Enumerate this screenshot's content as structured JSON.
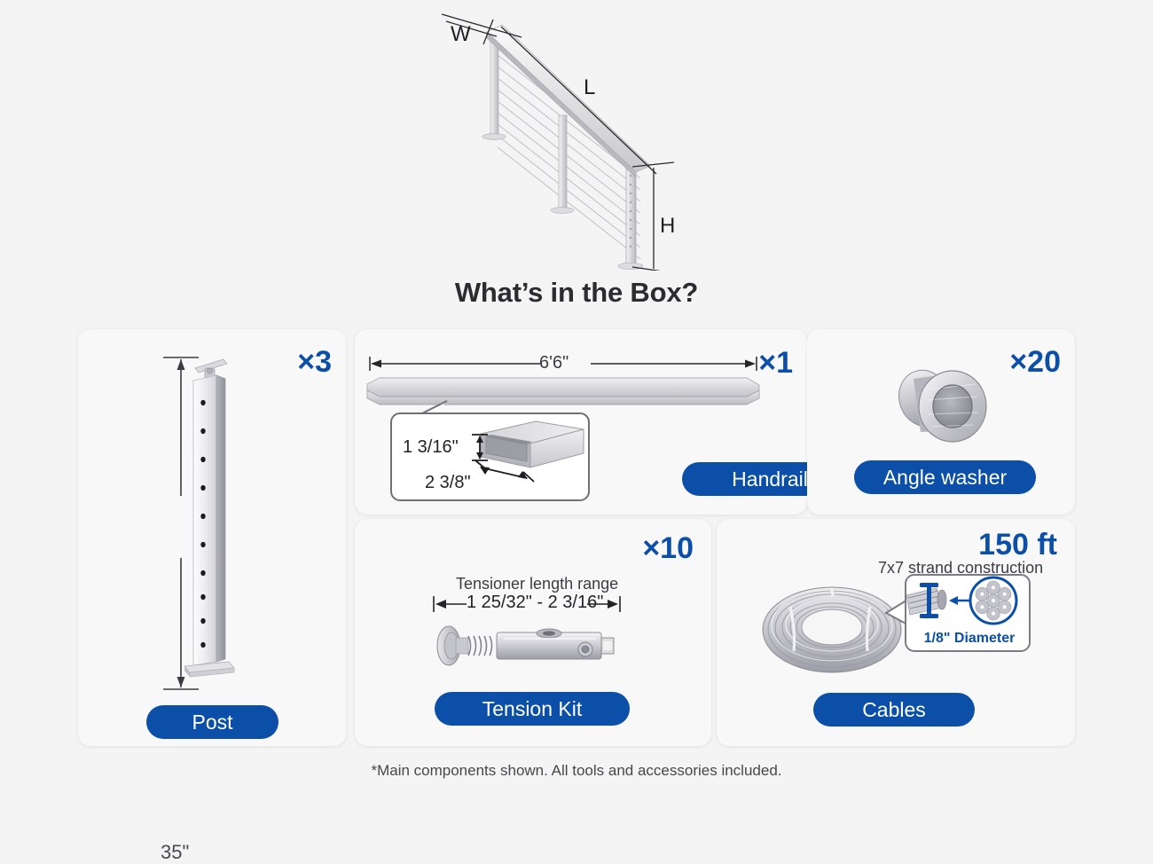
{
  "hero": {
    "name": "cable-railing-stair-diagram",
    "dimension_labels": {
      "width": "W",
      "length": "L",
      "height": "H"
    }
  },
  "heading": {
    "title": "What’s in the Box?"
  },
  "colors": {
    "accent_blue": "#0b4fa8",
    "page_background": "#f4f4f5",
    "card_background": "#f8f8f9",
    "heading_text": "#2b2b30"
  },
  "cards": {
    "post": {
      "label": "Post",
      "quantity": "×3",
      "dimension": "35\""
    },
    "handrail": {
      "label": "Handrail",
      "quantity": "×1",
      "length": "6'6\"",
      "profile_height": "1 3/16\"",
      "profile_width": "2 3/8\""
    },
    "angle_washer": {
      "label": "Angle washer",
      "quantity": "×20"
    },
    "tension_kit": {
      "label": "Tension Kit",
      "quantity": "×10",
      "range_title": "Tensioner length range",
      "range_value": "1 25/32\" - 2 3/16\""
    },
    "cables": {
      "label": "Cables",
      "quantity": "150 ft",
      "construction": "7x7 strand construction",
      "diameter": "1/8\" Diameter"
    }
  },
  "footnote": {
    "text": "*Main components shown. All tools and accessories included."
  }
}
